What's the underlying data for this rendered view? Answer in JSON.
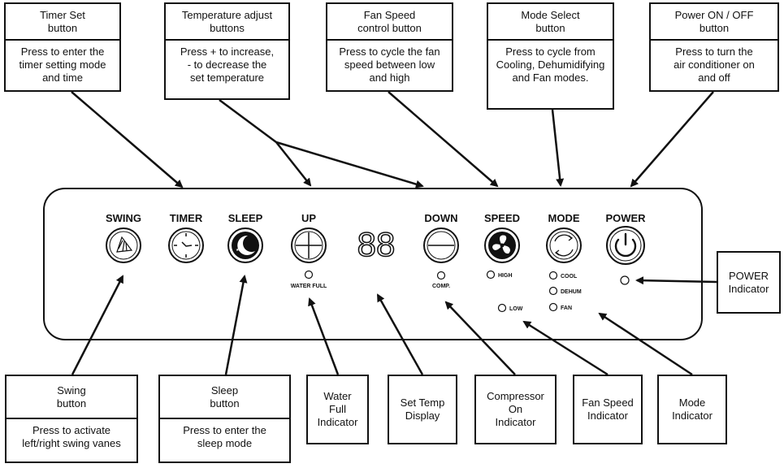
{
  "top_callouts": [
    {
      "title": "Timer Set\nbutton",
      "desc": "Press to enter the\ntimer setting mode\nand time"
    },
    {
      "title": "Temperature adjust\nbuttons",
      "desc": "Press + to increase,\n- to decrease the\nset temperature"
    },
    {
      "title": "Fan Speed\ncontrol button",
      "desc": "Press to cycle the fan\nspeed between low\nand high"
    },
    {
      "title": "Mode Select\nbutton",
      "desc": "Press to cycle from\nCooling, Dehumidifying\nand Fan modes."
    },
    {
      "title": "Power ON / OFF\nbutton",
      "desc": "Press to turn the\nair conditioner on\nand off"
    }
  ],
  "bottom_callouts": [
    {
      "title": "Swing\nbutton",
      "desc": "Press to activate\nleft/right swing vanes"
    },
    {
      "title": "Sleep\nbutton",
      "desc": "Press to enter the\nsleep mode"
    }
  ],
  "indicator_labels": [
    "Water\nFull\nIndicator",
    "Set Temp\nDisplay",
    "Compressor\nOn\nIndicator",
    "Fan Speed\nIndicator",
    "Mode\nIndicator"
  ],
  "power_indicator_label": "POWER\nIndicator",
  "panel": {
    "buttons": {
      "swing": "SWING",
      "timer": "TIMER",
      "sleep": "SLEEP",
      "up": "UP",
      "down": "DOWN",
      "speed": "SPEED",
      "mode": "MODE",
      "power": "POWER"
    },
    "display": "88",
    "leds": {
      "water_full": "WATER FULL",
      "comp": "COMP.",
      "high": "HIGH",
      "low": "LOW",
      "cool": "COOL",
      "dehum": "DEHUM",
      "fan": "FAN"
    }
  }
}
